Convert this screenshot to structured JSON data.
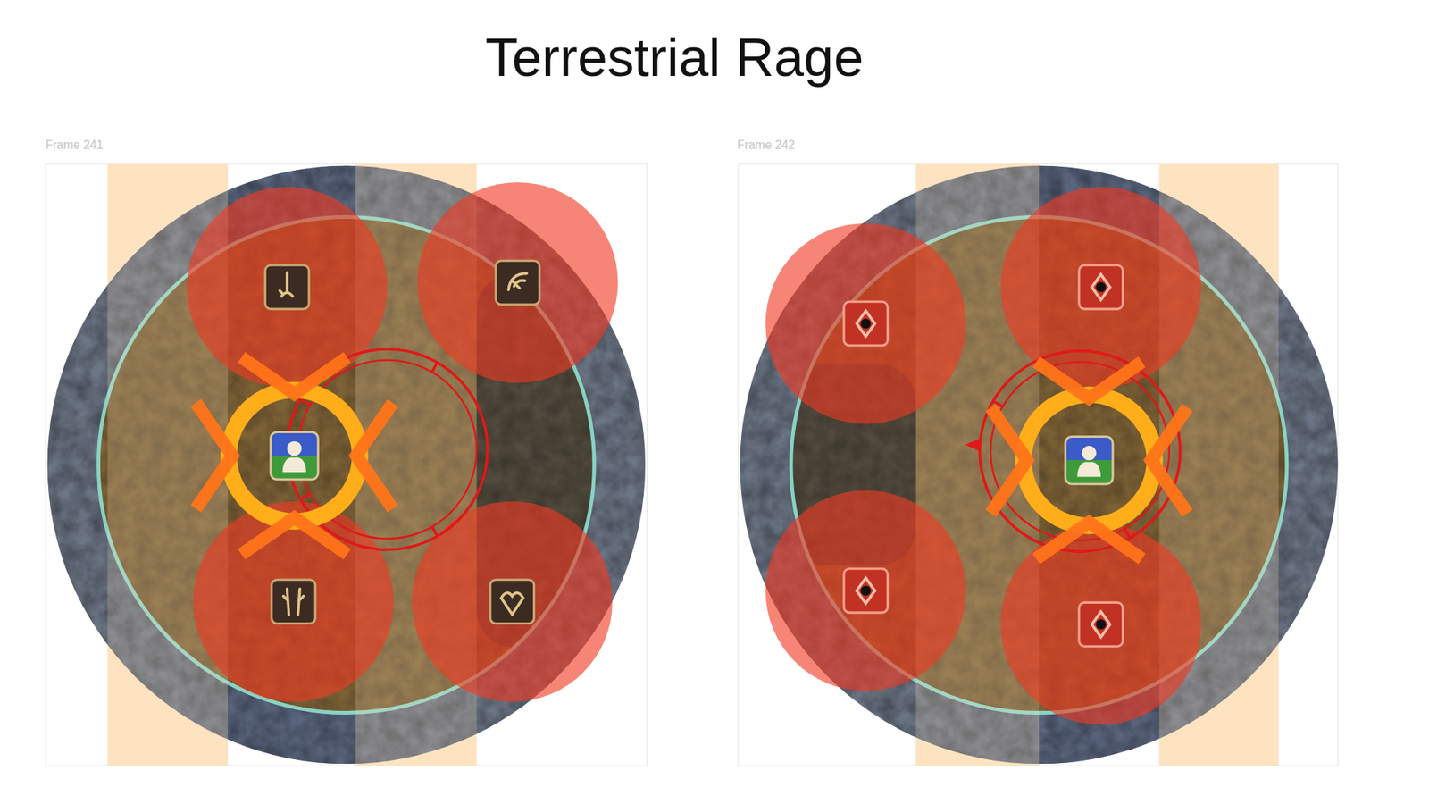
{
  "diagram": {
    "title": "Terrestrial Rage",
    "labels": [
      "Frame 241",
      "Frame 242"
    ]
  }
}
